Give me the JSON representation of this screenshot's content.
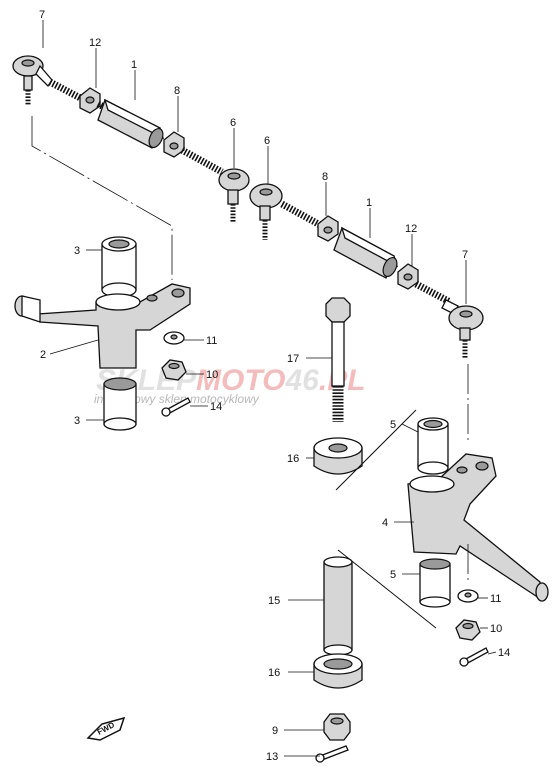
{
  "callouts": [
    "7",
    "12",
    "1",
    "8",
    "6",
    "6",
    "8",
    "1",
    "12",
    "7",
    "3",
    "2",
    "3",
    "11",
    "10",
    "14",
    "17",
    "16",
    "5",
    "4",
    "5",
    "11",
    "10",
    "14",
    "15",
    "16",
    "9",
    "13"
  ],
  "watermark": {
    "brand_a": "SKLEP",
    "brand_b": "MOTO",
    "brand_c": "46",
    "brand_d": ".PL",
    "tagline": "internetowy sklep motocyklowy",
    "color_red": "#e04040",
    "color_grey": "#a8a8a8"
  },
  "direction_label": "FWD"
}
